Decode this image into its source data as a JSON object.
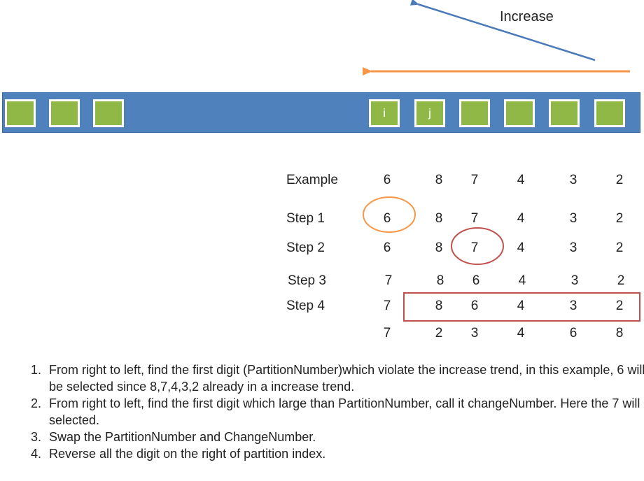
{
  "increase_label": "Increase",
  "cells": [
    {
      "label": ""
    },
    {
      "label": ""
    },
    {
      "label": ""
    },
    {
      "label": "i"
    },
    {
      "label": "j"
    },
    {
      "label": ""
    },
    {
      "label": ""
    },
    {
      "label": ""
    },
    {
      "label": ""
    }
  ],
  "rows": [
    {
      "label": "Example",
      "digits": [
        "6",
        "8",
        "7",
        "4",
        "3",
        "2"
      ]
    },
    {
      "label": "Step 1",
      "digits": [
        "6",
        "8",
        "7",
        "4",
        "3",
        "2"
      ]
    },
    {
      "label": "Step 2",
      "digits": [
        "6",
        "8",
        "7",
        "4",
        "3",
        "2"
      ]
    },
    {
      "label": "Step 3",
      "digits": [
        "7",
        "8",
        "6",
        "4",
        "3",
        "2"
      ]
    },
    {
      "label": "Step 4",
      "digits": [
        "7",
        "8",
        "6",
        "4",
        "3",
        "2"
      ]
    },
    {
      "label": "",
      "digits": [
        "7",
        "2",
        "3",
        "4",
        "6",
        "8"
      ]
    }
  ],
  "notes": [
    "From right to left, find the first digit (PartitionNumber)which violate the increase trend, in this example, 6 will be selected since 8,7,4,3,2 already in a increase trend.",
    "From right to left, find the first digit which large than PartitionNumber, call it changeNumber. Here the 7 will be selected.",
    "Swap the PartitionNumber and ChangeNumber.",
    "Reverse all the digit on the right of partition index."
  ],
  "colors": {
    "bar": "#4f81bd",
    "cell": "#8fb847",
    "blue_arrow": "#4a7ab8",
    "orange_arrow": "#f79646",
    "circle_orange": "#f79646",
    "circle_red": "#c0504d",
    "rect_red": "#c0504d"
  }
}
